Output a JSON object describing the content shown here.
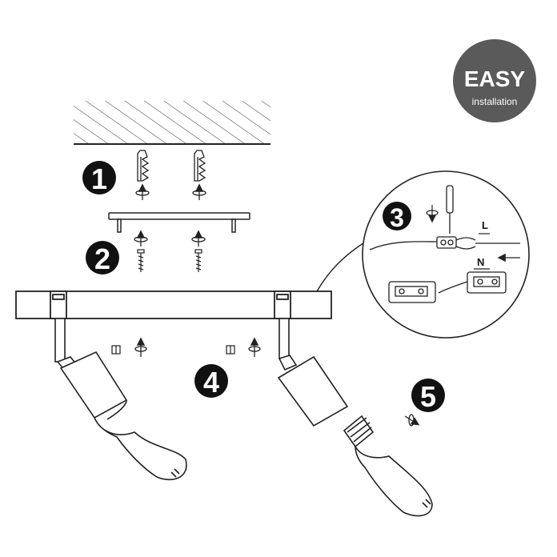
{
  "badge": {
    "title": "EASY",
    "subtitle": "installation",
    "color": "#5a5a5a"
  },
  "steps": [
    {
      "number": "1"
    },
    {
      "number": "2"
    },
    {
      "number": "3"
    },
    {
      "number": "4"
    },
    {
      "number": "5"
    }
  ],
  "wiring": {
    "live_label": "L",
    "neutral_label": "N"
  },
  "colors": {
    "line": "#222222",
    "step_fill": "#111111"
  }
}
